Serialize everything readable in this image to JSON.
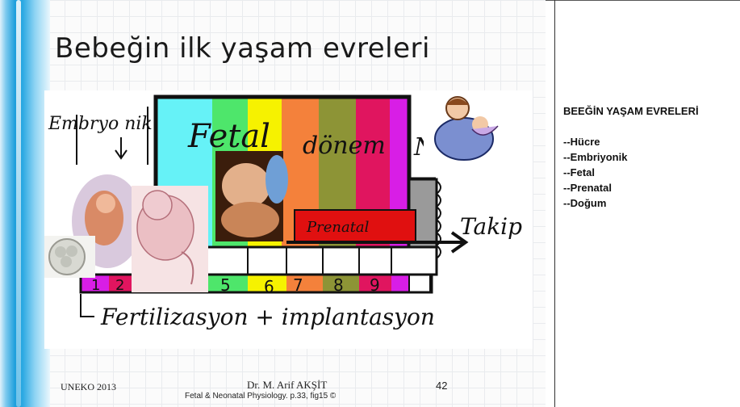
{
  "slide": {
    "title": "Bebeğin ilk yaşam evreleri",
    "drawing": {
      "embryo_label": "Embryo nik",
      "fetal_label": "Fetal",
      "donem_label": "dönem",
      "natal_label": "Natal",
      "prenatal_label": "Prenatal",
      "takip_label": "Takip",
      "bottom_label": "Fertilizasyon + implantasyon",
      "numbers": [
        "1",
        "2",
        "5",
        "6",
        "7",
        "8",
        "9"
      ]
    },
    "colors": {
      "band_blue": "#1e9fdc",
      "cyan": "#66f2f7",
      "green": "#4ee66b",
      "yellow": "#f6f200",
      "orange": "#f4813b",
      "olive": "#8d9436",
      "crimson": "#e0155f",
      "magenta": "#d81ee6",
      "red": "#e01010"
    },
    "footer": {
      "left": "UNEKO 2013",
      "author": "Dr. M. Arif AKŞİT",
      "caption": "Fetal & Neonatal Physiology. p.33, fig15 ©",
      "page": "42"
    }
  },
  "notes": {
    "heading": "BEEĞİN YAŞAM EVRELERİ",
    "items": [
      "--Hücre",
      "--Embriyonik",
      "--Fetal",
      "--Prenatal",
      "--Doğum"
    ]
  }
}
